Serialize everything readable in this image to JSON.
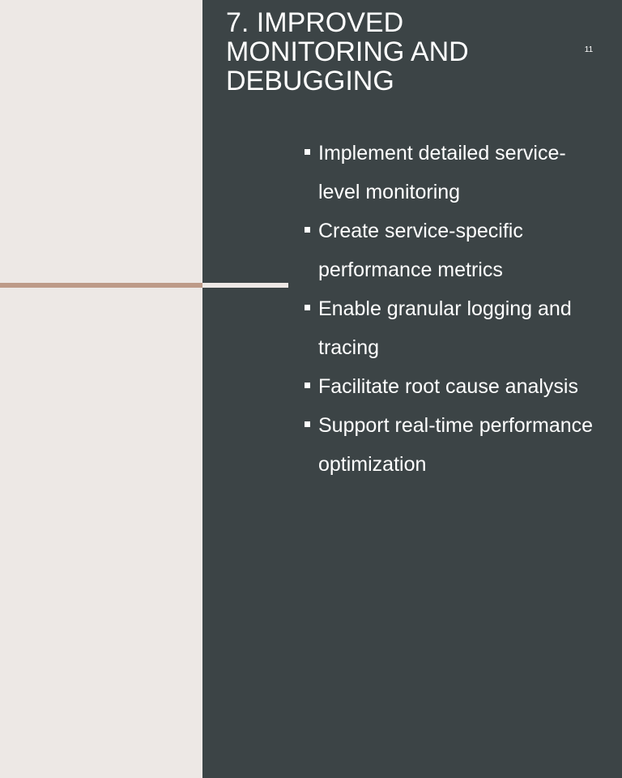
{
  "slide": {
    "title": "7. IMPROVED MONITORING AND DEBUGGING",
    "number": "11",
    "bullets": [
      "Implement detailed service-level monitoring",
      "Create service-specific performance metrics",
      "Enable granular logging and tracing",
      "Facilitate root cause analysis",
      "Support real-time performance optimization"
    ]
  },
  "colors": {
    "background_light": "#ede8e5",
    "background_dark": "#3c4446",
    "accent": "#bd9a88",
    "text": "#ffffff"
  }
}
